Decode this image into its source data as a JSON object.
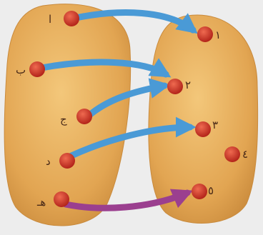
{
  "diagram": {
    "domain_set": {
      "elements": [
        "ا",
        "ب",
        "ج",
        "د",
        "هـ"
      ]
    },
    "codomain_set": {
      "elements": [
        "١",
        "٢",
        "٣",
        "٤",
        "٥"
      ]
    },
    "mappings": [
      {
        "from": "ا",
        "to": "١",
        "color": "#4a9ad6"
      },
      {
        "from": "ب",
        "to": "٢",
        "color": "#4a9ad6"
      },
      {
        "from": "ج",
        "to": "٢",
        "color": "#4a9ad6"
      },
      {
        "from": "د",
        "to": "٣",
        "color": "#4a9ad6"
      },
      {
        "from": "هـ",
        "to": "٥",
        "color": "#9b3f8f"
      }
    ],
    "colors": {
      "blob": "#e7ad58",
      "blob_edge": "#c98a3c",
      "dot": "#cc3324",
      "background": "#ededed"
    }
  }
}
